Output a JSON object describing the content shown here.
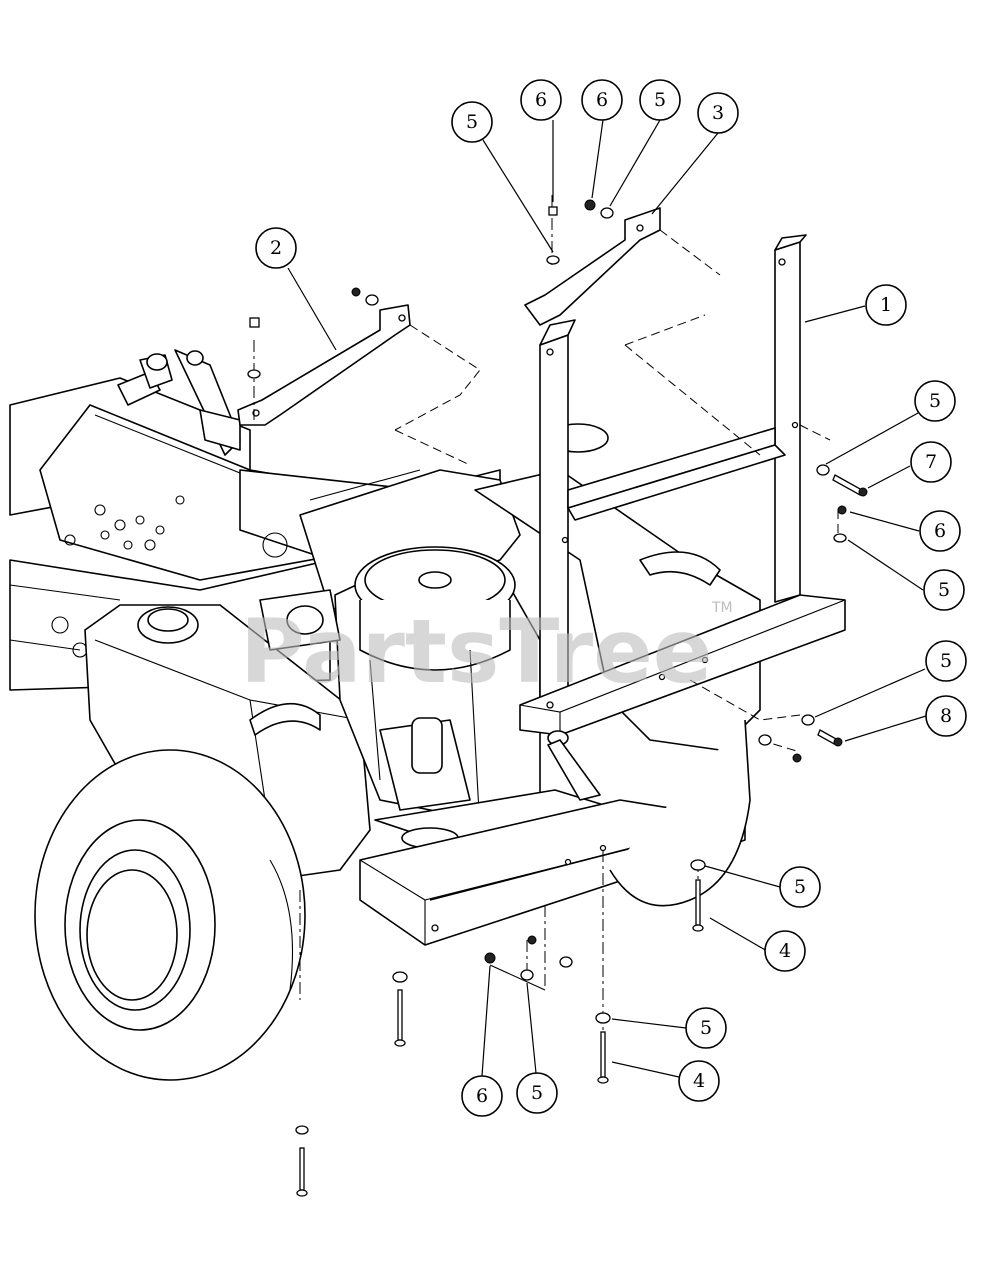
{
  "watermark": {
    "text": "PartsTree",
    "tm": "TM"
  },
  "callouts": [
    {
      "id": "c-5-top-a",
      "label": "5"
    },
    {
      "id": "c-6-top-a",
      "label": "6"
    },
    {
      "id": "c-6-top-b",
      "label": "6"
    },
    {
      "id": "c-5-top-b",
      "label": "5"
    },
    {
      "id": "c-3",
      "label": "3"
    },
    {
      "id": "c-2",
      "label": "2"
    },
    {
      "id": "c-1",
      "label": "1"
    },
    {
      "id": "c-5-right-a",
      "label": "5"
    },
    {
      "id": "c-7",
      "label": "7"
    },
    {
      "id": "c-6-right",
      "label": "6"
    },
    {
      "id": "c-5-right-b",
      "label": "5"
    },
    {
      "id": "c-5-right-c",
      "label": "5"
    },
    {
      "id": "c-8",
      "label": "8"
    },
    {
      "id": "c-5-right-d",
      "label": "5"
    },
    {
      "id": "c-4-right",
      "label": "4"
    },
    {
      "id": "c-5-bottom-a",
      "label": "5"
    },
    {
      "id": "c-4-bottom",
      "label": "4"
    },
    {
      "id": "c-6-bottom",
      "label": "6"
    },
    {
      "id": "c-5-bottom-b",
      "label": "5"
    }
  ]
}
